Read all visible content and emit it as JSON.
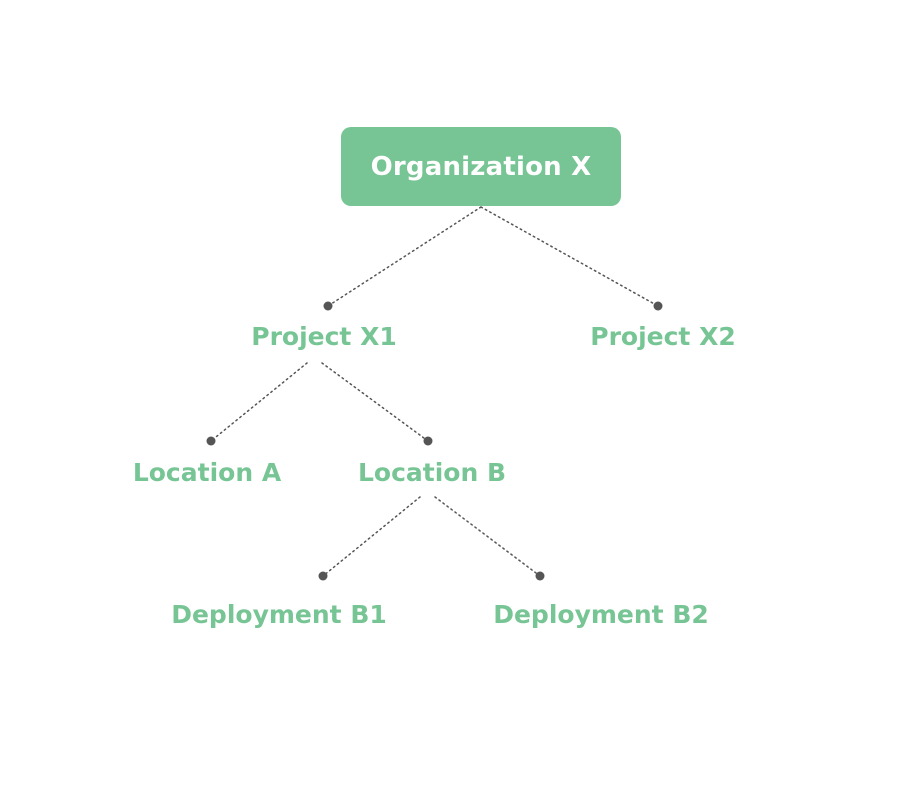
{
  "colors": {
    "accent": "#77c594",
    "root_text": "#ffffff",
    "connector": "#555555"
  },
  "root": {
    "label": "Organization X"
  },
  "projects": [
    {
      "label": "Project X1"
    },
    {
      "label": "Project X2"
    }
  ],
  "locations": [
    {
      "label": "Location A"
    },
    {
      "label": "Location B"
    }
  ],
  "deployments": [
    {
      "label": "Deployment B1"
    },
    {
      "label": "Deployment B2"
    }
  ]
}
